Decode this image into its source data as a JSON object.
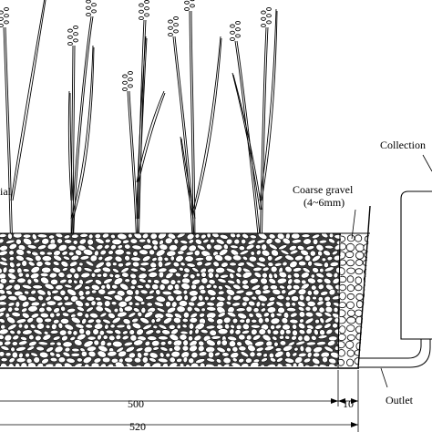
{
  "labels": {
    "partial_left": "ial",
    "coarse_gravel": "Coarse gravel",
    "coarse_gravel_size": "(4~6mm)",
    "collection": "Collection",
    "outlet": "Outlet",
    "dim_main": "500",
    "dim_gravel": "10",
    "dim_total": "520"
  },
  "colors": {
    "line": "#000000",
    "background": "#ffffff"
  }
}
